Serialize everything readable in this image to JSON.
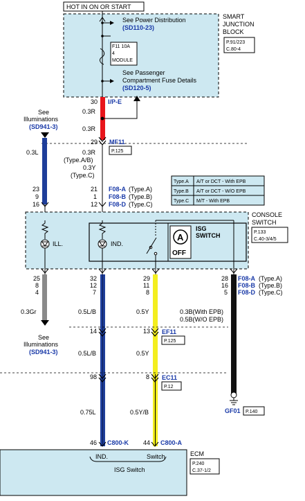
{
  "header": {
    "hot_label": "HOT IN ON OR START"
  },
  "sjb": {
    "title_lines": [
      "SMART",
      "JUNCTION",
      "BLOCK"
    ],
    "ref_lines": [
      "P.91/223",
      "C.80-4"
    ],
    "power_dist_text": "See Power Distribution",
    "power_dist_ref": "(SD110-23)",
    "fuse_line1": "F11 10A",
    "fuse_line2": "4",
    "fuse_line3": "MODULE",
    "passenger_line1": "See Passenger",
    "passenger_line2": "Compartment Fuse Details",
    "passenger_ref": "(SD120-5)"
  },
  "top_wires": {
    "pin30": "30",
    "ipe": "I/P-E",
    "w03r_a": "0.3R",
    "w03r_b": "0.3R",
    "pin29": "29",
    "mf11": "MF11",
    "mf11_ref": "P.125",
    "w03r_c": "0.3R",
    "type_ab": "(Type.A/B)",
    "w03y": "0.3Y",
    "type_c": "(Type.C)"
  },
  "left_top": {
    "see": "See",
    "illum": "Illuminations",
    "ref": "(SD941-3)",
    "wire": "0.3L",
    "pins": [
      "23",
      "9",
      "16"
    ]
  },
  "mid_pins": {
    "pins": [
      "21",
      "1",
      "12"
    ],
    "labels": [
      "F08-A",
      "F08-B",
      "F08-D"
    ],
    "types": [
      "(Type.A)",
      "(Type.B)",
      "(Type.C)"
    ]
  },
  "type_table": [
    {
      "type": "Type.A",
      "desc": "A/T or DCT - With EPB"
    },
    {
      "type": "Type.B",
      "desc": "A/T or DCT - W/O EPB"
    },
    {
      "type": "Type.C",
      "desc": "M/T - With EPB"
    }
  ],
  "console": {
    "title_lines": [
      "CONSOLE",
      "SWITCH"
    ],
    "ref_lines": [
      "P.133",
      "C.40-3/4/5"
    ],
    "ill": "ILL.",
    "ind": "IND.",
    "isg_lines": [
      "ISG",
      "SWITCH"
    ],
    "icon_letter": "A",
    "icon_text": "OFF"
  },
  "bottom_pins": {
    "col1": [
      "25",
      "8",
      "4"
    ],
    "col2": [
      "32",
      "12",
      "7"
    ],
    "col3": [
      "29",
      "11",
      "8"
    ],
    "col4": [
      "28",
      "16",
      "5"
    ],
    "right_labels": [
      "F08-A",
      "F08-B",
      "F08-D"
    ],
    "right_types": [
      "(Type.A)",
      "(Type.B)",
      "(Type.C)"
    ]
  },
  "wires_lower": {
    "gr": "0.3Gr",
    "lb1": "0.5L/B",
    "y1": "0.5Y",
    "epb1": "0.3B(With EPB)",
    "epb2": "0.5B(W/O EPB)",
    "see": "See",
    "illum": "Illuminations",
    "ref": "(SD941-3)",
    "pin14": "14",
    "pin13": "13",
    "ef11": "EF11",
    "ef11_ref": "P.125",
    "lb2": "0.5L/B",
    "y2": "0.5Y",
    "pin98": "98",
    "pin8": "8",
    "ec11": "EC11",
    "ec11_ref": "P.12",
    "l075": "0.75L",
    "yb": "0.5Y/B",
    "gf01": "GF01",
    "gf01_ref": "P.140",
    "pin46": "46",
    "c800k": "C800-K",
    "pin44": "44",
    "c800a": "C800-A"
  },
  "ecm": {
    "title": "ECM",
    "ref_lines": [
      "P.240",
      "C.37-1/2"
    ],
    "ind": "IND.",
    "switch": "Switch",
    "isg": "ISG Switch"
  },
  "colors": {
    "box_fill": "#cde8f1",
    "red": "#e8151b",
    "blue": "#1e3e9a",
    "yellow": "#f3ee1e",
    "gray": "#8a8a8a",
    "black": "#111111",
    "ref_blue": "#1a3aa8"
  }
}
